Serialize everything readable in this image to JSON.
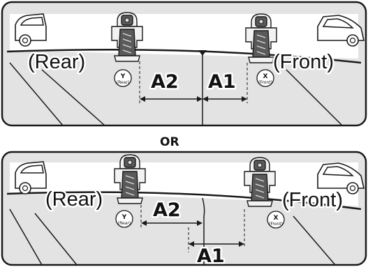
{
  "top": {
    "rear_label": "(Rear)",
    "front_label": "(Front)",
    "a1_label": "A1",
    "a2_label": "A2",
    "y_marker": {
      "letter": "Y",
      "sub": "(Rear)"
    },
    "x_marker": {
      "letter": "X",
      "sub": "(Front)"
    }
  },
  "separator": "OR",
  "bottom": {
    "rear_label": "(Rear)",
    "front_label": "(Front)",
    "a1_label": "A1",
    "a2_label": "A2",
    "y_marker": {
      "letter": "Y",
      "sub": "(Rear)"
    },
    "x_marker": {
      "letter": "X",
      "sub": "(Front)"
    }
  },
  "icons": [
    "rear-car-icon",
    "front-car-icon",
    "roof-rack-foot-icon",
    "dimension-arrow-icon",
    "reference-mark-icon"
  ]
}
